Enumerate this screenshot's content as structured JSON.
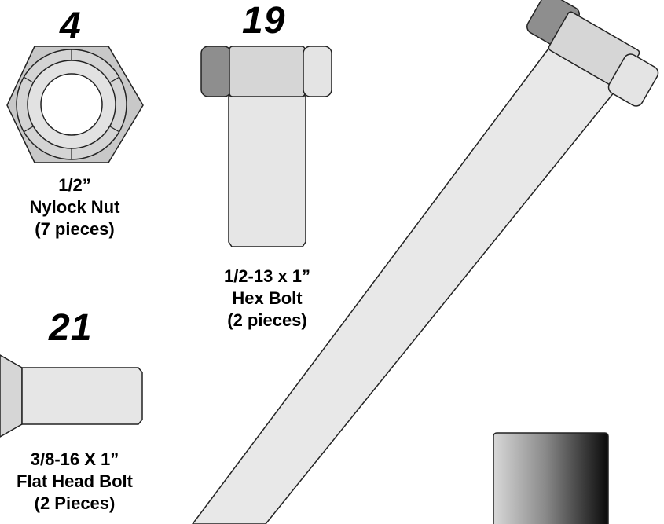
{
  "nut": {
    "number": "4",
    "size": "1/2”",
    "name": "Nylock Nut",
    "qty": "(7 pieces)"
  },
  "hex_bolt": {
    "number": "19",
    "size": "1/2-13 x 1”",
    "name": "Hex Bolt",
    "qty": "(2 pieces)"
  },
  "flat_bolt": {
    "number": "21",
    "size": "3/8-16 X 1”",
    "name": "Flat Head Bolt",
    "qty": "(2 Pieces)"
  },
  "colors": {
    "outline": "#222222",
    "light": "#e3e3e3",
    "mid": "#c9c9c9",
    "dark": "#8e8e8e"
  }
}
